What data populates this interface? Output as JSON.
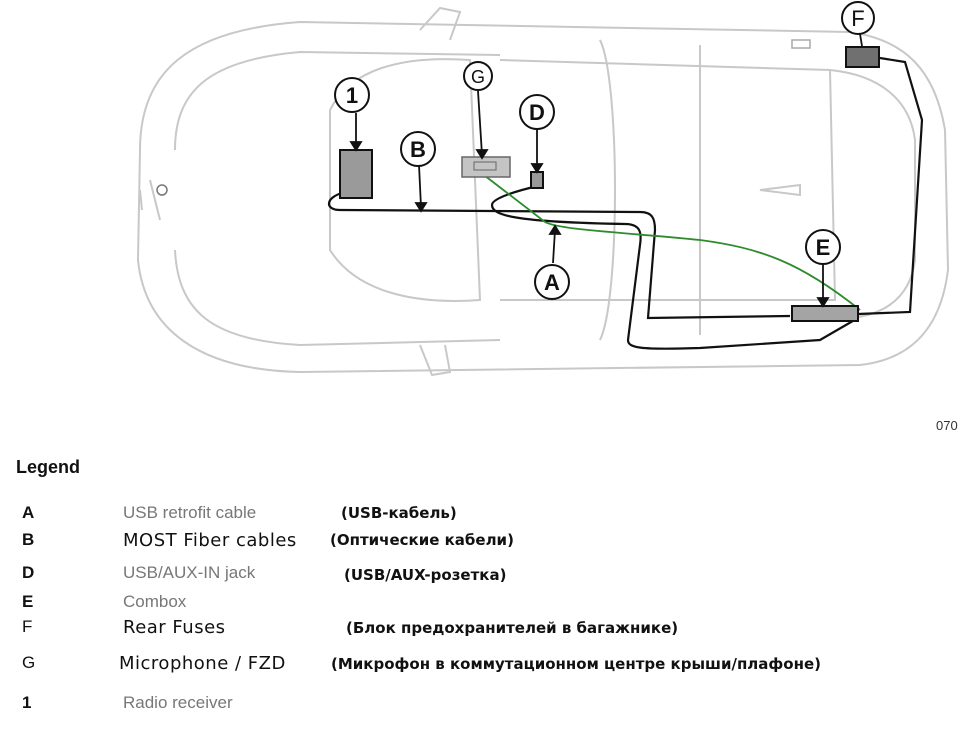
{
  "figure_id": "070",
  "callouts": {
    "F": "F",
    "one": "1",
    "G": "G",
    "D": "D",
    "B": "B",
    "E": "E",
    "A": "A"
  },
  "legend": {
    "title": "Legend",
    "items": [
      {
        "key": "A",
        "text": "USB retrofit cable",
        "translation": "(USB-кабель)"
      },
      {
        "key": "B",
        "text": "MOST Fiber cables",
        "translation": "(Оптические кабели)"
      },
      {
        "key": "D",
        "text": "USB/AUX-IN jack",
        "translation": "(USB/AUX-розетка)"
      },
      {
        "key": "E",
        "text": "Combox",
        "translation": ""
      },
      {
        "key": "F",
        "text": "Rear Fuses",
        "translation": "(Блок предохранителей в багажнике)"
      },
      {
        "key": "G",
        "text": "Microphone / FZD",
        "translation": "(Микрофон в коммутационном центре крыши/плафоне)"
      },
      {
        "key": "1",
        "text": "Radio receiver",
        "translation": ""
      }
    ]
  },
  "colors": {
    "usb_cable": "#2e8b2e",
    "most_cable": "#111111",
    "component_fill": "#9a9a9a",
    "car_outline": "#c8c8c8"
  }
}
